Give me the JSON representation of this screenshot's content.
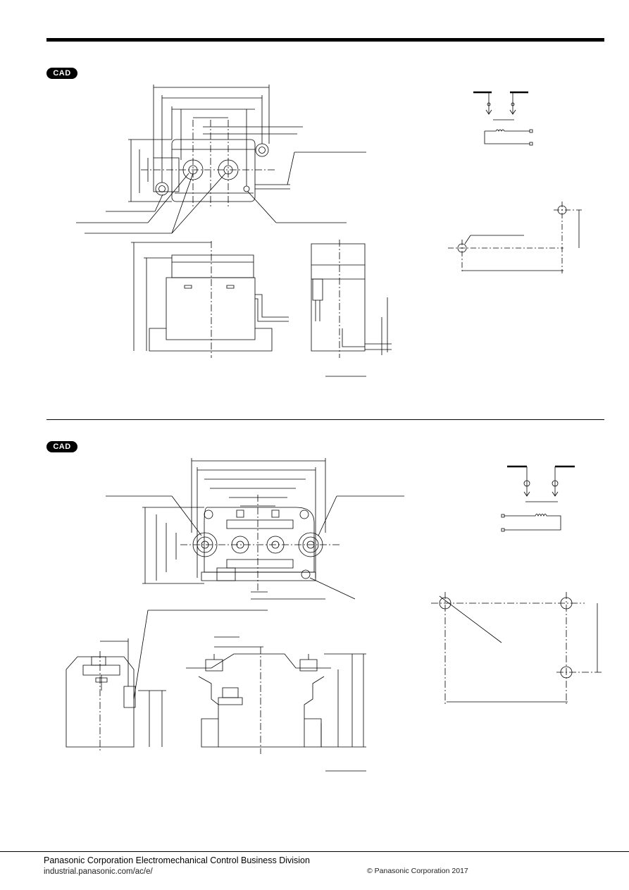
{
  "badges": {
    "cad_top": "CAD",
    "cad_bottom": "CAD"
  },
  "footer": {
    "company": "Panasonic Corporation Electromechanical Control Business Division",
    "url": "industrial.panasonic.com/ac/e/",
    "copyright": "© Panasonic Corporation 2017"
  }
}
